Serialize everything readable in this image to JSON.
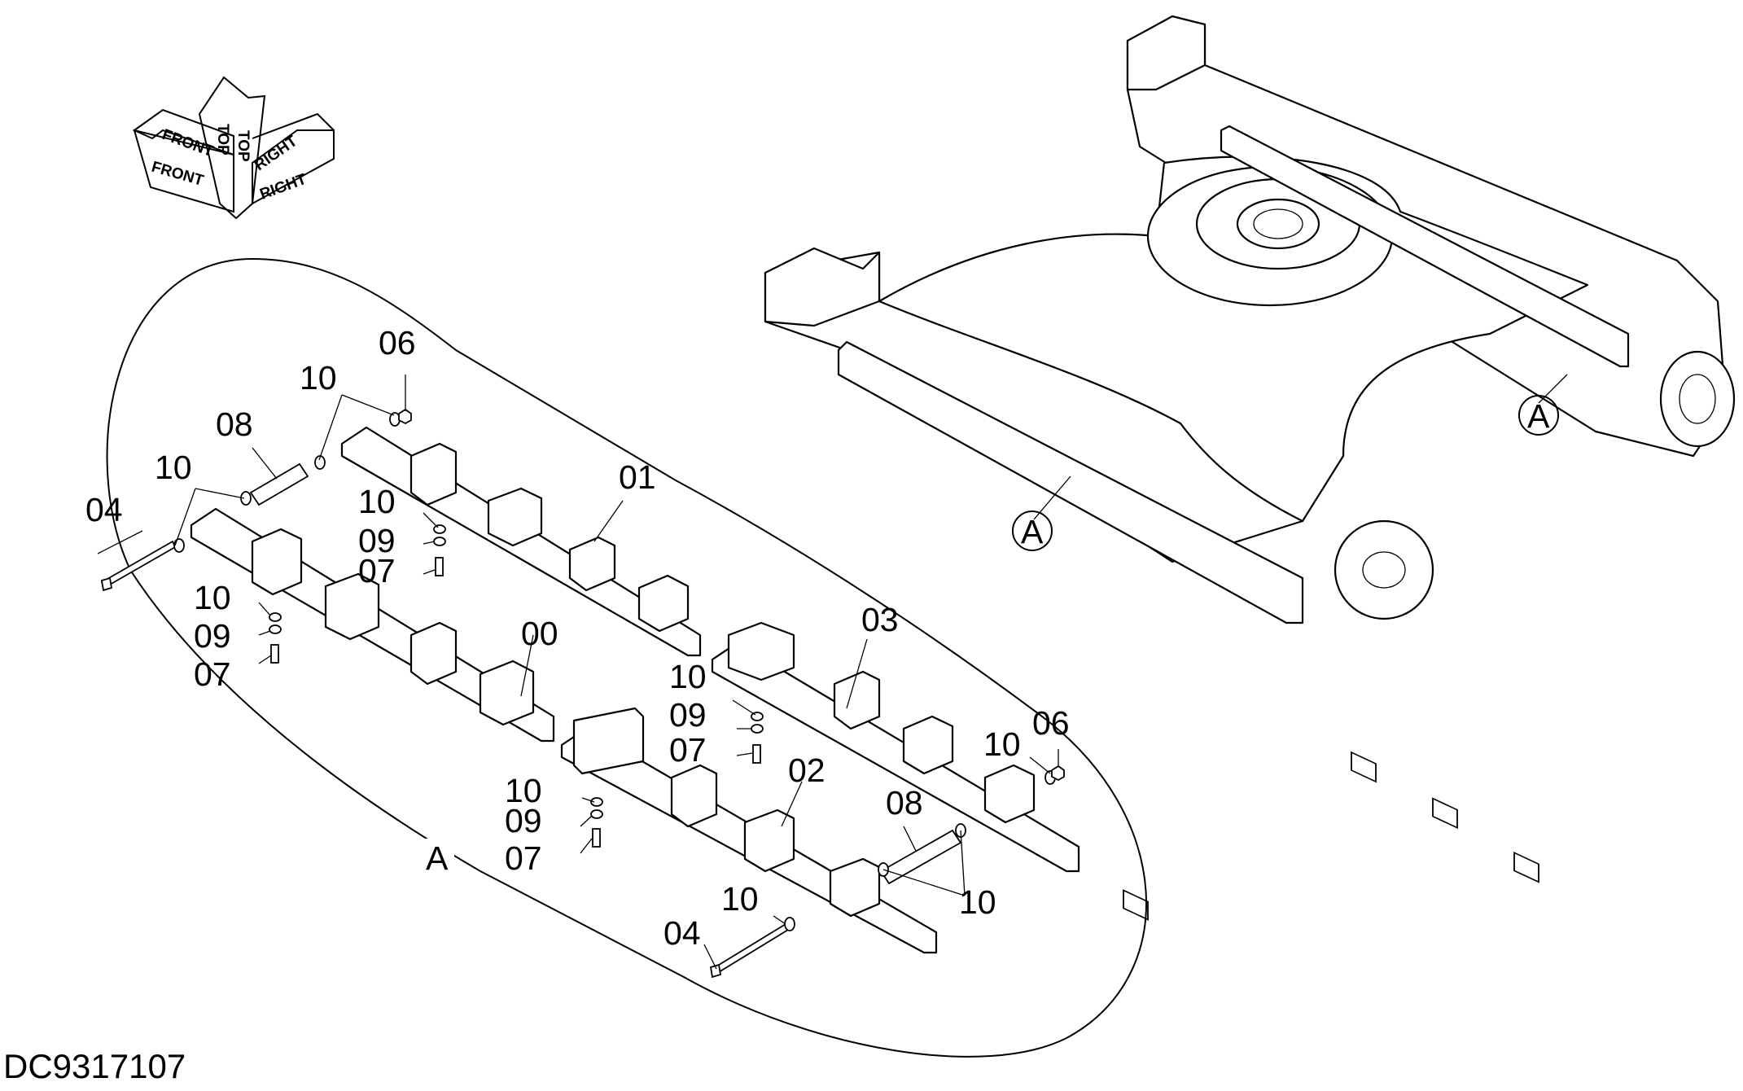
{
  "orientation": {
    "front_outline": "FRONT",
    "front": "FRONT",
    "top_outline": "TOP",
    "top": "TOP",
    "right_outline": "RIGHT",
    "right": "RIGHT"
  },
  "detail_label": "A",
  "frame_refs": [
    "A",
    "A"
  ],
  "callouts": {
    "c00": "00",
    "c01": "01",
    "c02": "02",
    "c03": "03",
    "c04a": "04",
    "c04b": "04",
    "c06a": "06",
    "c06b": "06",
    "c07a": "07",
    "c07b": "07",
    "c07c": "07",
    "c07d": "07",
    "c08a": "08",
    "c08b": "08",
    "c09a": "09",
    "c09b": "09",
    "c09c": "09",
    "c09d": "09",
    "c10a": "10",
    "c10b": "10",
    "c10c": "10",
    "c10d": "10",
    "c10e": "10",
    "c10f": "10",
    "c10g": "10",
    "c10h": "10",
    "c10i": "10"
  },
  "document_id": "DC9317107"
}
